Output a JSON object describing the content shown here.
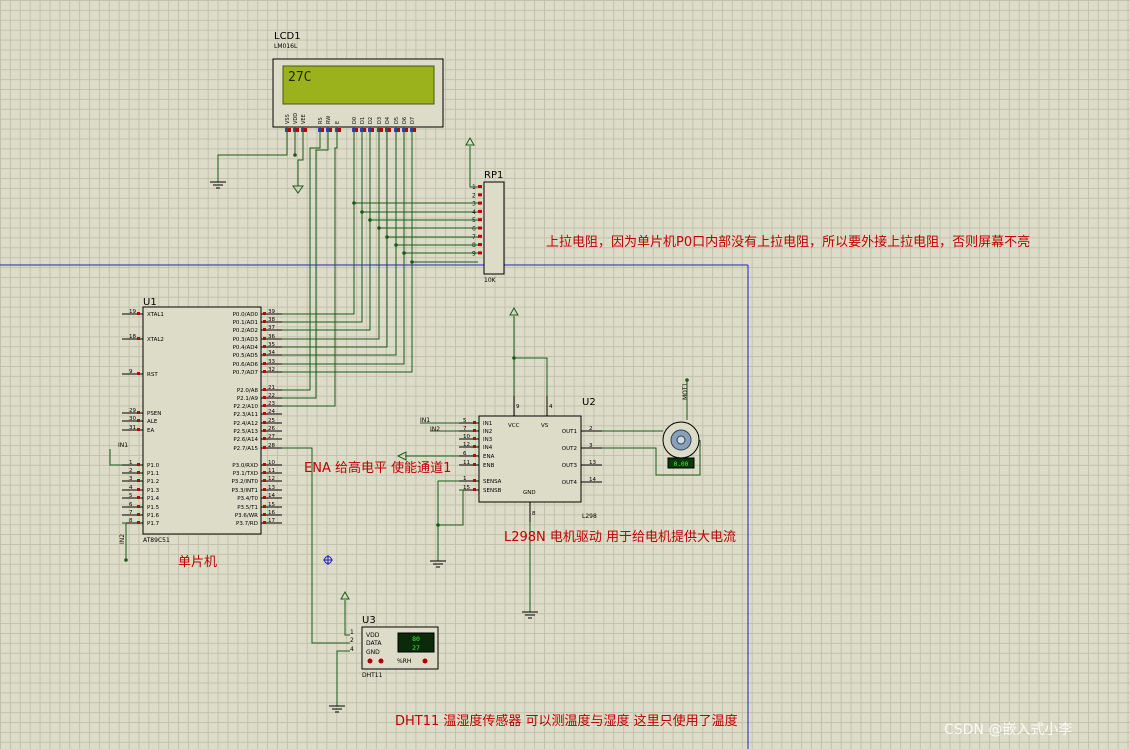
{
  "lcd": {
    "ref": "LCD1",
    "part": "LM016L",
    "display": "27C",
    "pins": [
      "VSS",
      "VDD",
      "VEE",
      "RS",
      "RW",
      "E",
      "D0",
      "D1",
      "D2",
      "D3",
      "D4",
      "D5",
      "D6",
      "D7"
    ]
  },
  "rp": {
    "ref": "RP1",
    "value": "10K",
    "pins": [
      "1",
      "2",
      "3",
      "4",
      "5",
      "6",
      "7",
      "8",
      "9"
    ]
  },
  "mcu": {
    "ref": "U1",
    "part": "AT89C51",
    "left_pins": [
      {
        "num": "19",
        "name": "XTAL1"
      },
      {
        "num": "18",
        "name": "XTAL2"
      },
      {
        "num": "9",
        "name": "RST"
      },
      {
        "num": "29",
        "name": "PSEN"
      },
      {
        "num": "30",
        "name": "ALE"
      },
      {
        "num": "31",
        "name": "EA"
      },
      {
        "num": "1",
        "name": "P1.0"
      },
      {
        "num": "2",
        "name": "P1.1"
      },
      {
        "num": "3",
        "name": "P1.2"
      },
      {
        "num": "4",
        "name": "P1.3"
      },
      {
        "num": "5",
        "name": "P1.4"
      },
      {
        "num": "6",
        "name": "P1.5"
      },
      {
        "num": "7",
        "name": "P1.6"
      },
      {
        "num": "8",
        "name": "P1.7"
      }
    ],
    "right_pins": [
      {
        "num": "39",
        "name": "P0.0/AD0"
      },
      {
        "num": "38",
        "name": "P0.1/AD1"
      },
      {
        "num": "37",
        "name": "P0.2/AD2"
      },
      {
        "num": "36",
        "name": "P0.3/AD3"
      },
      {
        "num": "35",
        "name": "P0.4/AD4"
      },
      {
        "num": "34",
        "name": "P0.5/AD5"
      },
      {
        "num": "33",
        "name": "P0.6/AD6"
      },
      {
        "num": "32",
        "name": "P0.7/AD7"
      },
      {
        "num": "21",
        "name": "P2.0/A8"
      },
      {
        "num": "22",
        "name": "P2.1/A9"
      },
      {
        "num": "23",
        "name": "P2.2/A10"
      },
      {
        "num": "24",
        "name": "P2.3/A11"
      },
      {
        "num": "25",
        "name": "P2.4/A12"
      },
      {
        "num": "26",
        "name": "P2.5/A13"
      },
      {
        "num": "27",
        "name": "P2.6/A14"
      },
      {
        "num": "28",
        "name": "P2.7/A15"
      },
      {
        "num": "10",
        "name": "P3.0/RXD"
      },
      {
        "num": "11",
        "name": "P3.1/TXD"
      },
      {
        "num": "12",
        "name": "P3.2/INT0"
      },
      {
        "num": "13",
        "name": "P3.3/INT1"
      },
      {
        "num": "14",
        "name": "P3.4/T0"
      },
      {
        "num": "15",
        "name": "P3.5/T1"
      },
      {
        "num": "16",
        "name": "P3.6/WR"
      },
      {
        "num": "17",
        "name": "P3.7/RD"
      }
    ]
  },
  "driver": {
    "ref": "U2",
    "part": "L298",
    "left_pins": [
      {
        "num": "5",
        "name": "IN1"
      },
      {
        "num": "7",
        "name": "IN2"
      },
      {
        "num": "10",
        "name": "IN3"
      },
      {
        "num": "12",
        "name": "IN4"
      },
      {
        "num": "6",
        "name": "ENA"
      },
      {
        "num": "11",
        "name": "ENB"
      },
      {
        "num": "1",
        "name": "SENSA"
      },
      {
        "num": "15",
        "name": "SENSB"
      }
    ],
    "right_pins": [
      {
        "num": "2",
        "name": "OUT1"
      },
      {
        "num": "3",
        "name": "OUT2"
      },
      {
        "num": "13",
        "name": "OUT3"
      },
      {
        "num": "14",
        "name": "OUT4"
      }
    ],
    "top_pins": [
      {
        "num": "9",
        "name": "VCC"
      },
      {
        "num": "4",
        "name": "VS"
      }
    ],
    "bottom_pins": [
      {
        "num": "8",
        "name": "GND"
      }
    ]
  },
  "motor": {
    "ref": "MOT1",
    "speed": "0.00"
  },
  "dht": {
    "ref": "U3",
    "part": "DHT11",
    "pins": [
      "VDD",
      "DATA",
      "GND"
    ],
    "humidity": "80",
    "temperature": "27",
    "rh_label": "%RH"
  },
  "nets": {
    "in1": "IN1",
    "in2": "IN2"
  },
  "annotations": {
    "pullup": "上拉电阻，因为单片机P0口内部没有上拉电阻，所以要外接上拉电阻，否则屏幕不亮",
    "ena": "ENA 给高电平  使能通道1",
    "l298n": "L298N   电机驱动    用于给电机提供大电流",
    "mcu": "单片机",
    "dht11": "DHT11 温湿度传感器  可以测温度与湿度  这里只使用了温度"
  },
  "watermark": "CSDN @嵌入式小李",
  "colors": {
    "background": "#dcdcc8",
    "wire": "#1a5a1a",
    "annotation": "#c00000",
    "lcd_screen": "#9bb21c",
    "border": "#2020c8"
  }
}
